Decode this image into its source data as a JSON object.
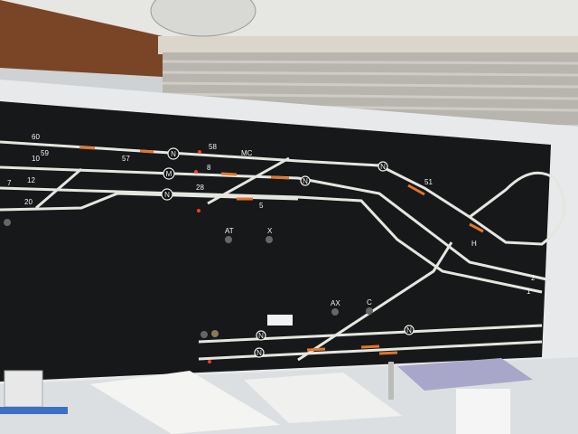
{
  "scene": {
    "description_type": "railway signal box control panel",
    "colors": {
      "panel": "#16181a",
      "track": "#e6e6e0",
      "occupied": "#e2762a",
      "ceiling": "#e8e8e6",
      "wood": "#7a4526"
    }
  },
  "panel_labels": {
    "l60": "60",
    "l59": "59",
    "l57": "57",
    "l58": "58",
    "lMC": "MC",
    "l10": "10",
    "l8": "8",
    "l12": "12",
    "l7": "7",
    "l20": "20",
    "l28": "28",
    "l5": "5",
    "l2": "2",
    "l1": "1",
    "lS1": "51",
    "lH": "H"
  },
  "circle_labels": {
    "c1": "N",
    "c2": "M",
    "c3": "N",
    "c4": "N",
    "c5": "N",
    "c6": "N",
    "c7": "N",
    "c8": "N"
  },
  "button_labels": {
    "b1": "AT",
    "b2": "X",
    "b3": "AX",
    "b4": "C"
  }
}
